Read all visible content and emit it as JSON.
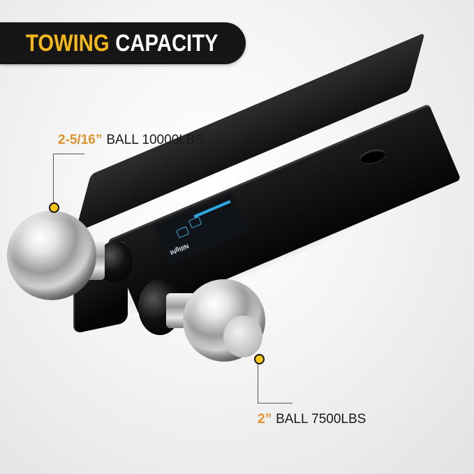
{
  "banner": {
    "word1": "TOWING",
    "word2": "CAPACITY",
    "accent_color": "#f5b81b",
    "background_color": "#161616"
  },
  "callouts": [
    {
      "size": "2-5/16”",
      "text": "BALL 10000LBS",
      "size_color": "#e0912a",
      "dot_color": "#f5c518"
    },
    {
      "size": "2”",
      "text": "BALL 7500LBS",
      "size_color": "#e0912a",
      "dot_color": "#f5c518"
    }
  ],
  "product": {
    "name": "dual-ball-hitch-mount",
    "label_brand": "Nilight",
    "accent_stripe_color": "#2fa7e0"
  }
}
